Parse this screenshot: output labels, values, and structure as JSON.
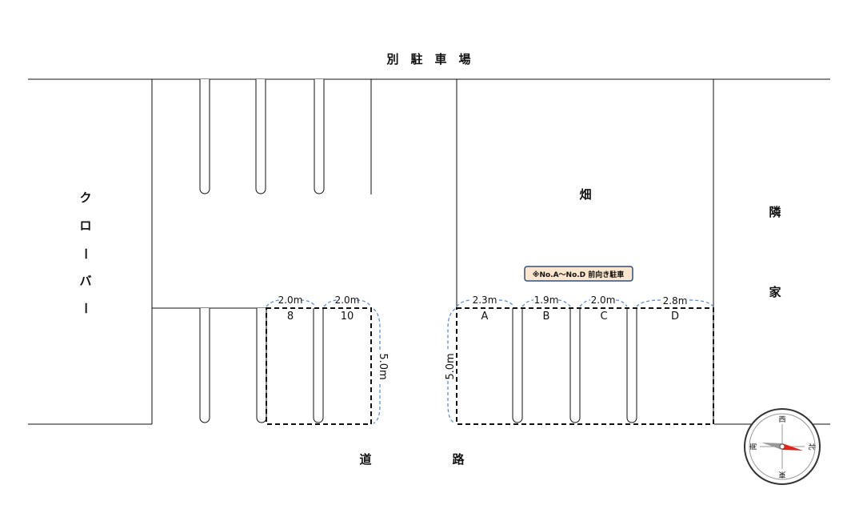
{
  "labels": {
    "top": "別　駐　車　場",
    "field": "畑",
    "road_left": "道",
    "road_right": "路",
    "left_building": [
      "ク",
      "ロ",
      "ー",
      "バ",
      "ー"
    ],
    "neighbor": [
      "隣",
      "家"
    ]
  },
  "note": "※No.A～No.D 前向き駐車",
  "left_slots": [
    {
      "name": "8",
      "width": "2.0m"
    },
    {
      "name": "10",
      "width": "2.0m"
    }
  ],
  "right_slots": [
    {
      "name": "A",
      "width": "2.3m"
    },
    {
      "name": "B",
      "width": "1.9m"
    },
    {
      "name": "C",
      "width": "2.0m"
    },
    {
      "name": "D",
      "width": "2.8m"
    }
  ],
  "depth_left": "5.0m",
  "depth_right": "5.0m",
  "compass": {
    "north": "北",
    "south": "南",
    "east": "東",
    "west": "西"
  },
  "colors": {
    "line": "#111111",
    "dim": "#5b8fd1",
    "note_fill": "#fde6cf",
    "note_border": "#2e4f7a",
    "compass_red": "#e0241b"
  }
}
